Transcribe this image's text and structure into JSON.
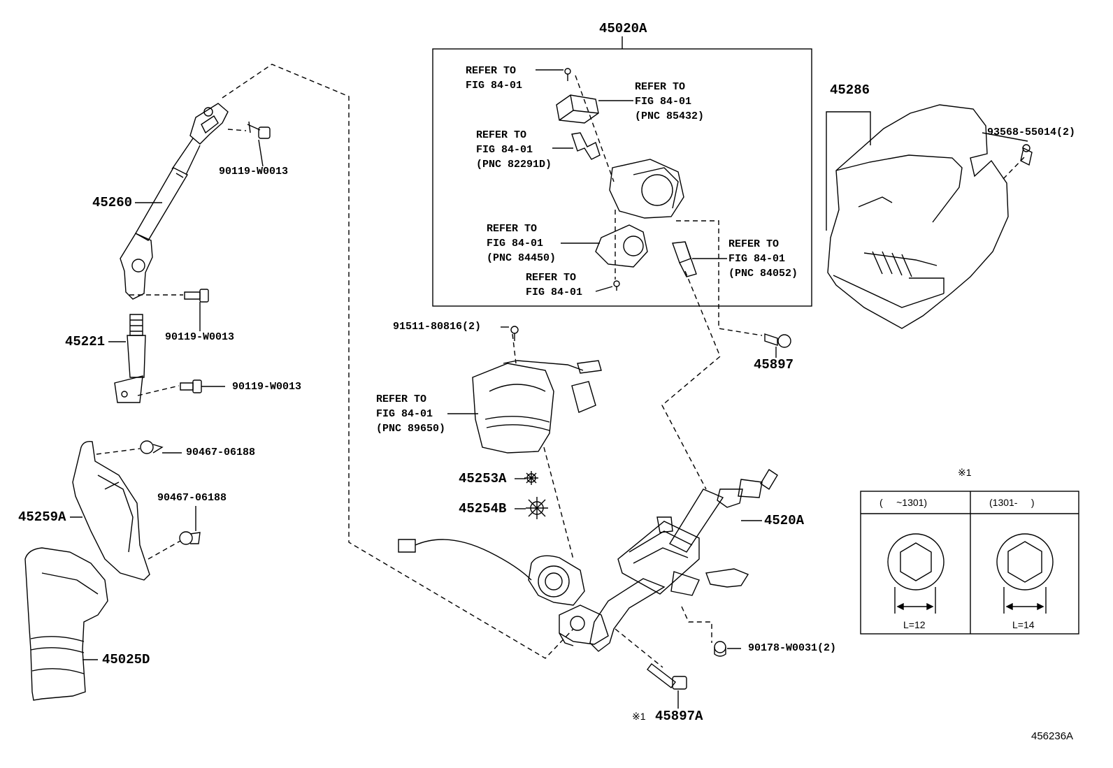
{
  "diagram_id": "456236A",
  "groups": {
    "switch_assy": "45020A"
  },
  "parts": {
    "shaft_upper": "45260",
    "bolt_a": "90119-W0013",
    "bolt_b": "90119-W0013",
    "bolt_c": "90119-W0013",
    "shaft_lower": "45221",
    "clip_a": "90467-06188",
    "clip_b": "90467-06188",
    "hole_cover": "45259A",
    "boot": "45025D",
    "bolt_switch": "91511-80816(2)",
    "plate_a": "45253A",
    "plate_b": "45254B",
    "column": "4520A",
    "nut": "90178-W0031(2)",
    "bolt_column_note": "※1",
    "bolt_column": "45897A",
    "column_cover": "45286",
    "screw_cover": "93568-55014(2)",
    "bolt_45897": "45897"
  },
  "refs": {
    "r1": "REFER TO\nFIG 84-01",
    "r2": "REFER TO\nFIG 84-01\n(PNC 85432)",
    "r3": "REFER TO\nFIG 84-01\n(PNC 82291D)",
    "r4": "REFER TO\nFIG 84-01\n(PNC 84450)",
    "r5": "REFER TO\nFIG 84-01",
    "r6": "REFER TO\nFIG 84-01\n(PNC 84052)",
    "r7": "REFER TO\nFIG 84-01\n(PNC 89650)"
  },
  "note_table": {
    "mark": "※1",
    "col1_header": "(     ~1301)",
    "col2_header": "(1301-     )",
    "col1_value": "L=12",
    "col2_value": "L=14"
  }
}
